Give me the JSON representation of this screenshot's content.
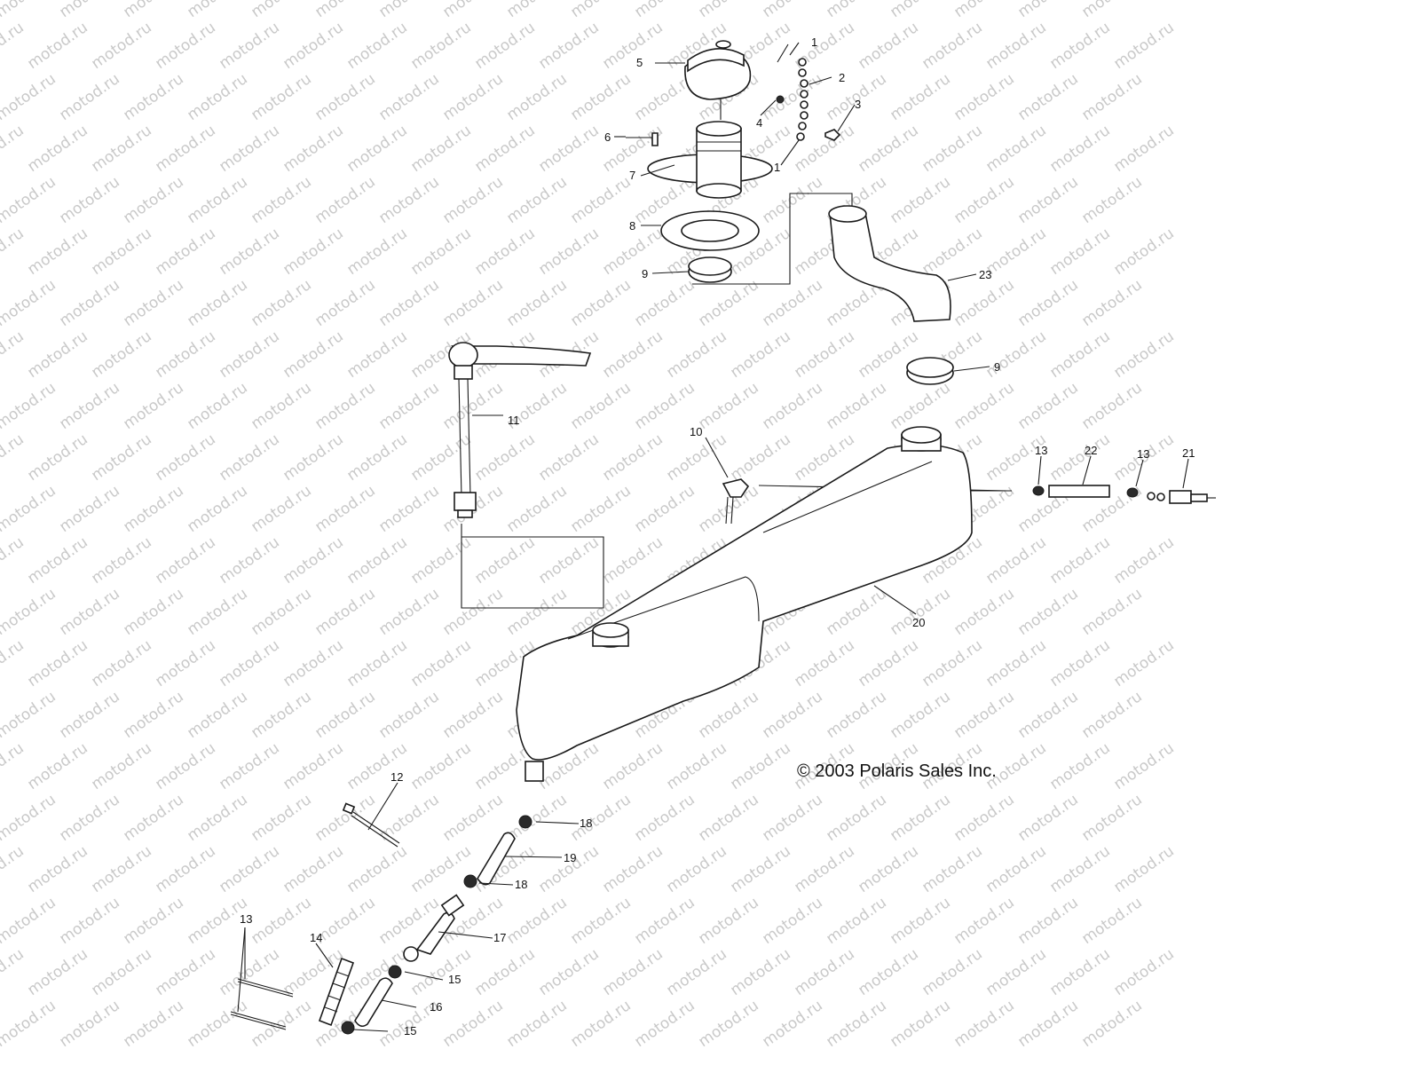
{
  "watermark": "motod.ru",
  "copyright": "© 2003 Polaris Sales Inc.",
  "callouts": {
    "c1a": "1",
    "c2": "2",
    "c3": "3",
    "c4": "4",
    "c1b": "1",
    "c5": "5",
    "c6": "6",
    "c7": "7",
    "c8": "8",
    "c9a": "9",
    "c23": "23",
    "c9b": "9",
    "c11": "11",
    "c10": "10",
    "c13a": "13",
    "c22": "22",
    "c13b": "13",
    "c21": "21",
    "c20": "20",
    "c12": "12",
    "c18a": "18",
    "c19": "19",
    "c18b": "18",
    "c17": "17",
    "c13c": "13",
    "c14": "14",
    "c15a": "15",
    "c16": "16",
    "c15b": "15"
  }
}
